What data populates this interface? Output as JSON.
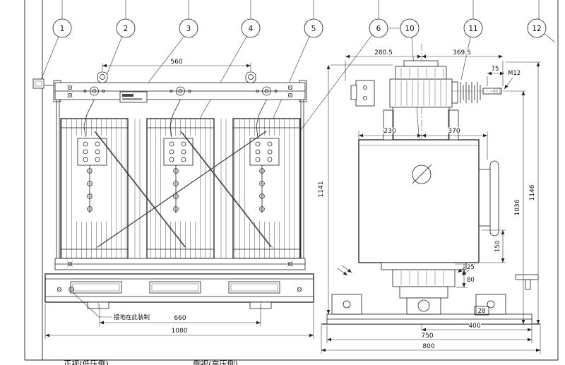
{
  "drawing": {
    "balloons": [
      "1",
      "2",
      "3",
      "4",
      "5",
      "6",
      "10",
      "11",
      "12"
    ],
    "front": {
      "width_top": "560",
      "wheel_gauge": "660",
      "overall_width": "1080",
      "ground_note": "接地在此装制",
      "caption": "正视(低压侧)"
    },
    "side": {
      "offset_left": "280.5",
      "offset_right": "369.5",
      "stud_length": "75",
      "thread": "M12",
      "depth_left": "230",
      "depth_right": "370",
      "height_left": "1141",
      "height_right": "1146",
      "height_inner": "1036",
      "handle_height": "150",
      "step_top": "25",
      "step_bottom": "80",
      "bracket": "28",
      "base_half": "400",
      "base_width": "750",
      "overall_width": "800",
      "caption": "侧视(高压侧)"
    }
  }
}
